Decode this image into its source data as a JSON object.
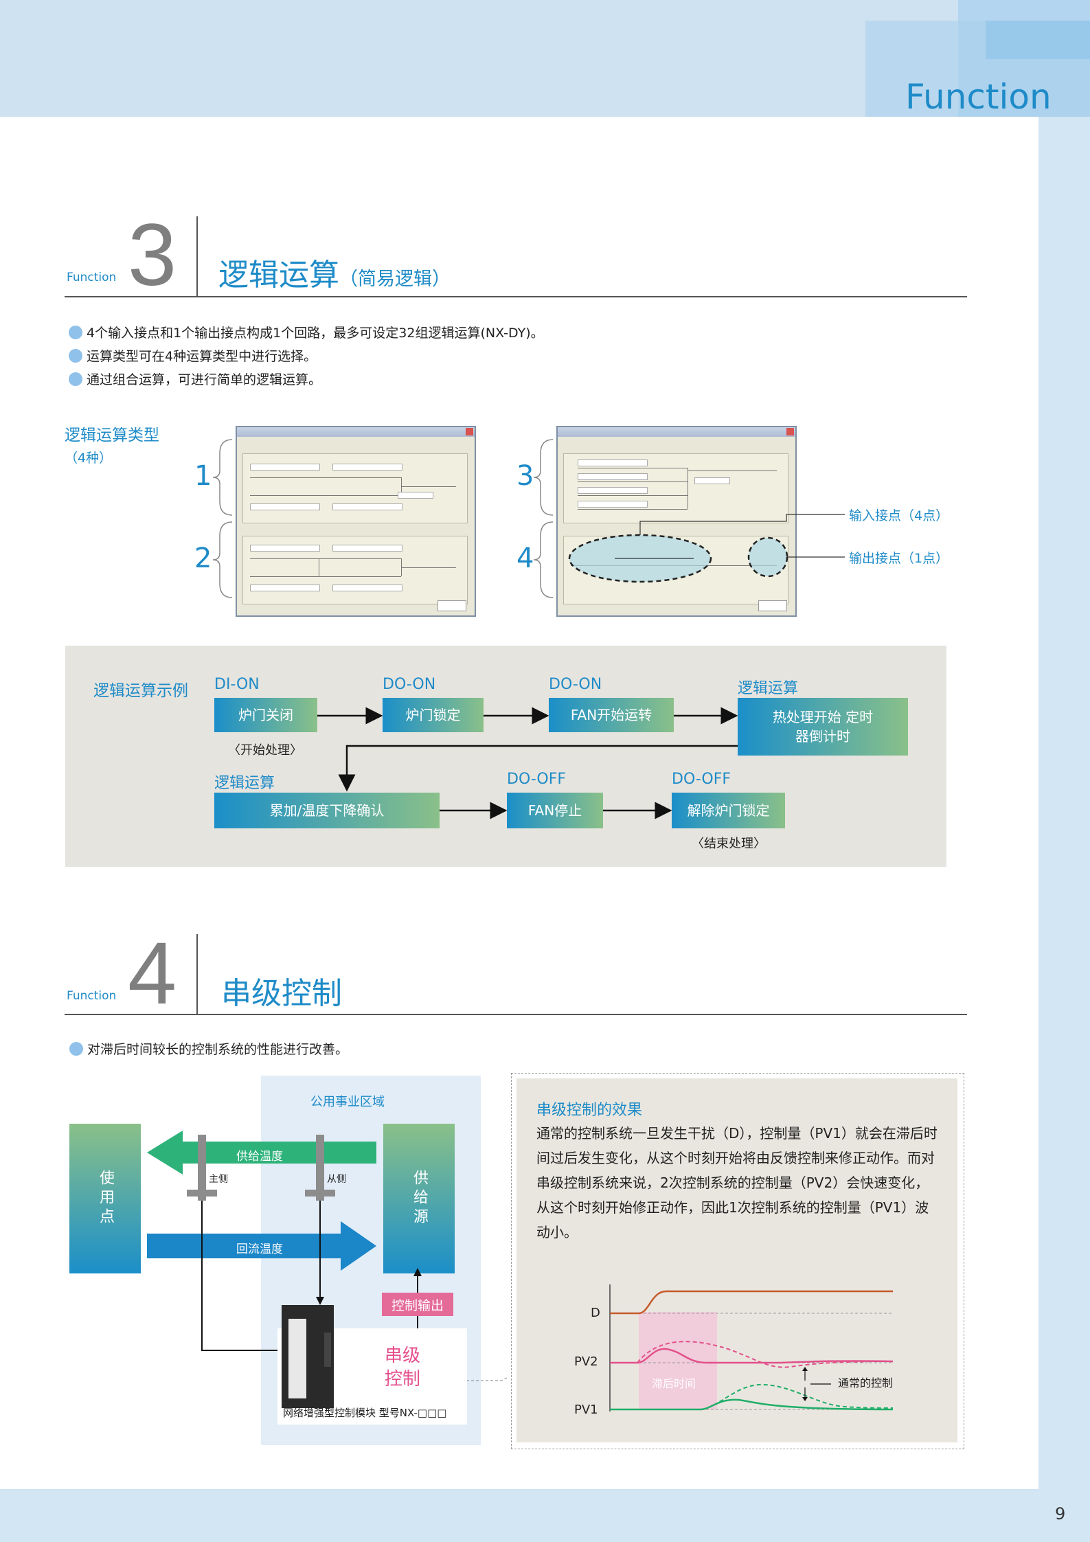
{
  "header": {
    "function_label": "Function",
    "page_number": "9"
  },
  "section3": {
    "label": "Function",
    "number": "3",
    "title": "逻辑运算",
    "subtitle": "（简易逻辑）",
    "bullets": [
      "4个输入接点和1个输出接点构成1个回路，最多可设定32组逻辑运算(NX-DY)。",
      "运算类型可在4种运算类型中进行选择。",
      "通过组合运算，可进行简单的逻辑运算。"
    ],
    "types_label": "逻辑运算类型",
    "types_count": "（4种）",
    "markers": [
      "1",
      "2",
      "3",
      "4"
    ],
    "callouts": {
      "input": "输入接点（4点）",
      "output": "输出接点（1点）"
    },
    "example": {
      "title": "逻辑运算示例",
      "row1": [
        {
          "tag": "DI-ON",
          "text": "炉门关闭"
        },
        {
          "tag": "DO-ON",
          "text": "炉门锁定"
        },
        {
          "tag": "DO-ON",
          "text": "FAN开始运转"
        },
        {
          "tag": "逻辑运算",
          "text": "热处理开始 定时器倒计时"
        }
      ],
      "start_note": "〈开始处理〉",
      "row2": [
        {
          "tag": "逻辑运算",
          "text": "累加/温度下降确认"
        },
        {
          "tag": "DO-OFF",
          "text": "FAN停止"
        },
        {
          "tag": "DO-OFF",
          "text": "解除炉门锁定"
        }
      ],
      "end_note": "〈结束处理〉"
    }
  },
  "section4": {
    "label": "Function",
    "number": "4",
    "title": "串级控制",
    "bullet": "对滞后时间较长的控制系统的性能进行改善。",
    "diagram": {
      "region": "公用事业区域",
      "use_point": "使用点",
      "supply": "供给源",
      "supply_temp": "供给温度",
      "return_temp": "回流温度",
      "main_side": "主侧",
      "slave_side": "从侧",
      "control_output": "控制输出",
      "cascade": "串级 控制",
      "module": "网络增强型控制模块 型号NX-□□□"
    },
    "effect": {
      "title": "串级控制的效果",
      "text": "通常的控制系统一旦发生干扰（D），控制量（PV1）就会在滞后时间过后发生变化，从这个时刻开始将由反馈控制来修正动作。而对串级控制系统来说，2次控制系统的控制量（PV2）会快速变化，从这个时刻开始修正动作，因此1次控制系统的控制量（PV1）波动小。",
      "chart_labels": {
        "d": "D",
        "pv2": "PV2",
        "pv1": "PV1",
        "lag": "滞后时间",
        "normal": "通常的控制"
      }
    }
  }
}
